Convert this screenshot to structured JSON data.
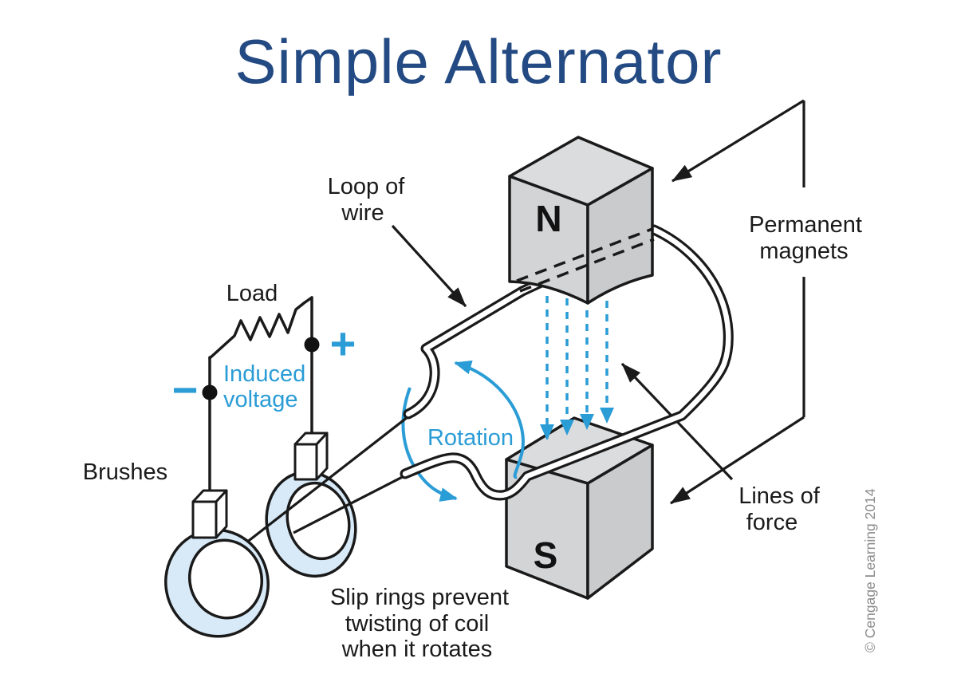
{
  "title": "Simple Alternator",
  "diagram": {
    "magnets": {
      "north": "N",
      "south": "S"
    },
    "labels": {
      "loop_of_wire": [
        "Loop of",
        "wire"
      ],
      "permanent_magnets": [
        "Permanent",
        "magnets"
      ],
      "load": "Load",
      "induced_voltage": [
        "Induced",
        "voltage"
      ],
      "rotation": "Rotation",
      "brushes": "Brushes",
      "lines_of_force": [
        "Lines of",
        "force"
      ],
      "slip_rings_note": [
        "Slip rings prevent",
        "twisting of coil",
        "when it rotates"
      ],
      "polarity_plus": "+",
      "polarity_minus": "−"
    },
    "credit": "© Cengage Learning 2014"
  },
  "colors": {
    "title-blue": "#234a82",
    "accent": "#2a9cd6",
    "ink": "#1a1a1a",
    "magnet-top": "#dadcde",
    "magnet-front": "#d2d4d6",
    "magnet-side": "#c9cbcd",
    "ring-fill": "#d8eaf7",
    "credit-gray": "#8c8c8c"
  }
}
